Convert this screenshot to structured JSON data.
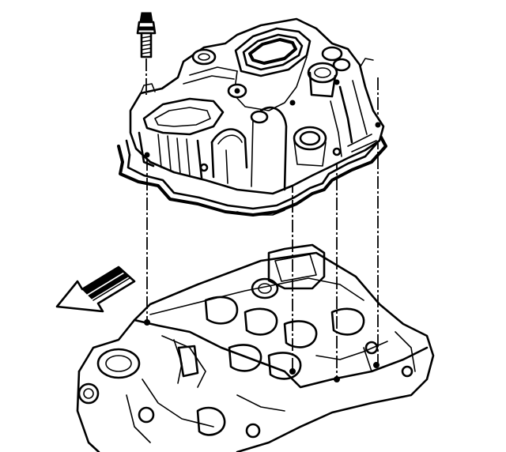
{
  "diagram": {
    "type": "exploded-assembly-line-drawing",
    "colors": {
      "ink": "#000000",
      "background": "#ffffff"
    },
    "components": [
      {
        "id": "upper-intake-manifold",
        "icon": "manifold-cover"
      },
      {
        "id": "manifold-gasket",
        "icon": "gasket-outline"
      },
      {
        "id": "lower-intake-manifold",
        "icon": "engine-block-base"
      },
      {
        "id": "mounting-bolt",
        "icon": "bolt"
      },
      {
        "id": "direction-arrow",
        "icon": "front-arrow"
      }
    ],
    "alignment_guides": 4
  }
}
